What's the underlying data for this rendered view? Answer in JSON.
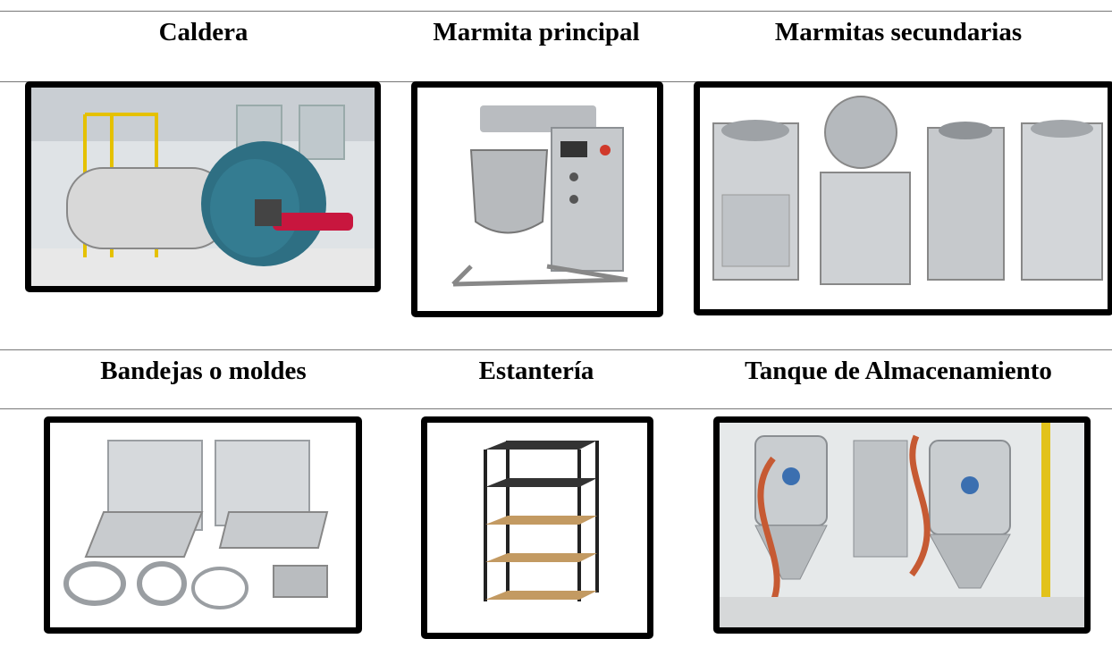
{
  "table": {
    "row1": {
      "headers": [
        "Caldera",
        "Marmita principal",
        "Marmitas secundarias"
      ],
      "images": [
        "boiler-photo",
        "main-kettle-photo",
        "secondary-kettles-photo"
      ]
    },
    "row2": {
      "headers": [
        "Bandejas o moldes",
        "Estantería",
        "Tanque de Almacenamiento"
      ],
      "images": [
        "trays-molds-photo",
        "shelving-photo",
        "storage-tank-photo"
      ]
    }
  },
  "colors": {
    "frame": "#000000",
    "rule": "#777777",
    "text": "#000000"
  }
}
